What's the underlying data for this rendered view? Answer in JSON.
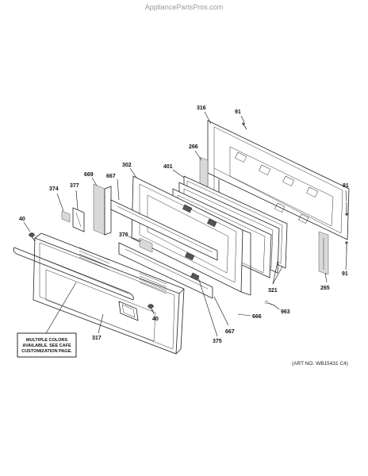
{
  "watermark": "AppliancePartsPros.com",
  "art_number": "(ART NO. WB15431 C4)",
  "note_lines": [
    "MULTIPLE COLORS",
    "AVAILABLE. SEE CAFE",
    "CUSTOMIZATION PAGE."
  ],
  "callouts": {
    "c316": "316",
    "c91a": "91",
    "c266": "266",
    "c401": "401",
    "c302": "302",
    "c669": "669",
    "c667a": "667",
    "c374": "374",
    "c377": "377",
    "c91b": "91",
    "c40a": "40",
    "c376": "376",
    "c321": "321",
    "c265": "265",
    "c91c": "91",
    "c963": "963",
    "c666": "666",
    "c667b": "667",
    "c375": "375",
    "c40b": "40",
    "c317": "317"
  }
}
